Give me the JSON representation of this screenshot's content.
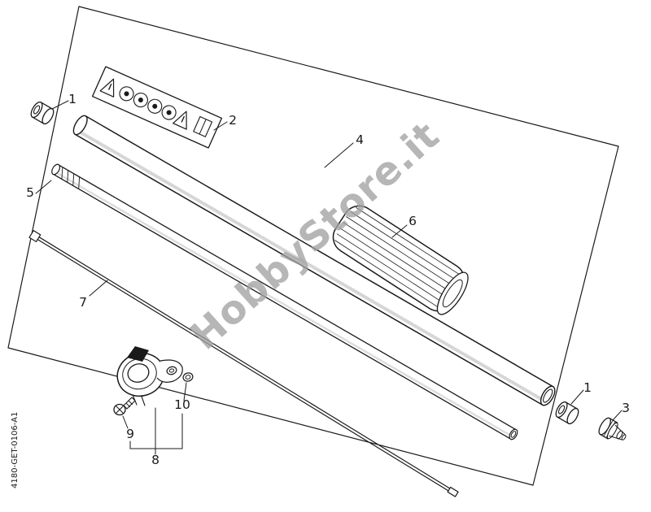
{
  "page": {
    "colors": {
      "line": "#1a1a1a",
      "watermark": "#a2a2a2",
      "background": "#ffffff"
    },
    "watermark_text": "HobbyStore.it",
    "document_code": "4180-GET-0106-A1"
  },
  "callouts": {
    "collar_upper": "1",
    "information_label": "2",
    "end_cap": "3",
    "drive_tube": "4",
    "protective_tube": "5",
    "grip_sleeve": "6",
    "drive_shaft": "7",
    "support_clamp": "8",
    "screw": "9",
    "nut": "10",
    "collar_lower": "1"
  },
  "label_icons": [
    "warning-triangle-icon",
    "pictogram-circle-icon",
    "pictogram-circle-icon",
    "pictogram-circle-icon",
    "pictogram-circle-icon",
    "warning-triangle-icon",
    "manual-book-icon"
  ]
}
